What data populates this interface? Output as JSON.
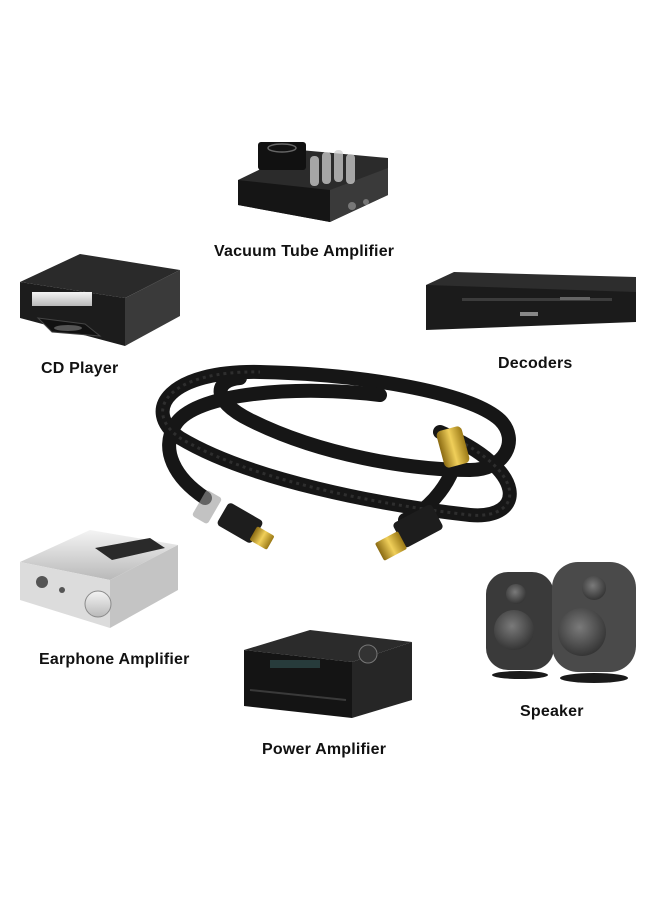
{
  "labels": {
    "vacuum_tube_amplifier": "Vacuum Tube Amplifier",
    "cd_player": "CD Player",
    "decoders": "Decoders",
    "earphone_amplifier": "Earphone Amplifier",
    "power_amplifier": "Power Amplifier",
    "speaker": "Speaker"
  },
  "colors": {
    "background": "#ffffff",
    "cable": "#161616",
    "connector_gold": "#c9a227",
    "device_dark": "#1e1e1e",
    "device_silver": "#d9d9d9"
  },
  "icons": [
    "usb-cable-icon",
    "vacuum-tube-amplifier-icon",
    "cd-player-icon",
    "decoder-icon",
    "earphone-amplifier-icon",
    "power-amplifier-icon",
    "speaker-pair-icon"
  ]
}
